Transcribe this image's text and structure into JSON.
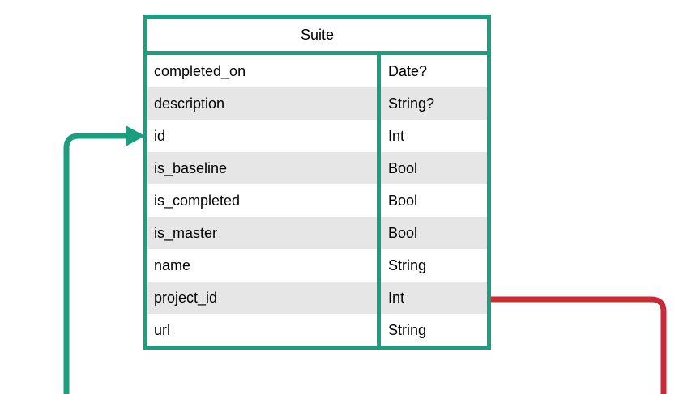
{
  "diagram": {
    "type": "entity-relationship-diagram",
    "colors": {
      "entity_border": "#1a9e7d",
      "incoming_relation": "#1a9e7d",
      "outgoing_relation": "#cc2936",
      "row_shade": "#e6e6e6",
      "row_base": "#ffffff",
      "text": "#000000",
      "canvas": "#ffffff"
    },
    "entity": {
      "title": "Suite",
      "columns": {
        "name_header": "",
        "type_header": ""
      },
      "attributes": [
        {
          "name": "completed_on",
          "type": "Date?"
        },
        {
          "name": "description",
          "type": "String?"
        },
        {
          "name": "id",
          "type": "Int"
        },
        {
          "name": "is_baseline",
          "type": "Bool"
        },
        {
          "name": "is_completed",
          "type": "Bool"
        },
        {
          "name": "is_master",
          "type": "Bool"
        },
        {
          "name": "name",
          "type": "String"
        },
        {
          "name": "project_id",
          "type": "Int"
        },
        {
          "name": "url",
          "type": "String"
        }
      ]
    },
    "relations": [
      {
        "id": "incoming-to-id",
        "direction": "incoming",
        "color": "#1a9e7d",
        "target_attribute": "id",
        "has_arrowhead": true
      },
      {
        "id": "outgoing-from-project-id",
        "direction": "outgoing",
        "color": "#cc2936",
        "source_attribute": "project_id",
        "has_arrowhead": false
      }
    ]
  }
}
